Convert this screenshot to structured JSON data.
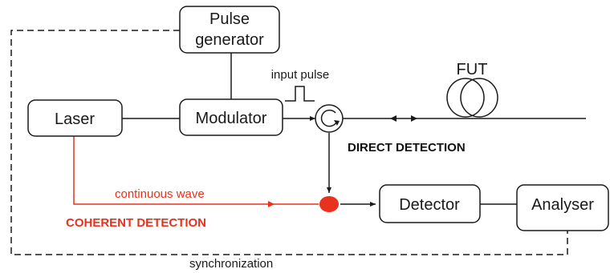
{
  "blocks": {
    "pulse_generator_line1": "Pulse",
    "pulse_generator_line2": "generator",
    "laser": "Laser",
    "modulator": "Modulator",
    "detector": "Detector",
    "analyser": "Analyser"
  },
  "labels": {
    "input_pulse": "input pulse",
    "fut": "FUT",
    "direct_detection": "DIRECT DETECTION",
    "continuous_wave": "continuous wave",
    "coherent_detection": "COHERENT DETECTION",
    "synchronization": "synchronization"
  },
  "colors": {
    "coherent_path": "#e8321e",
    "lines": "#1a1a1a"
  }
}
